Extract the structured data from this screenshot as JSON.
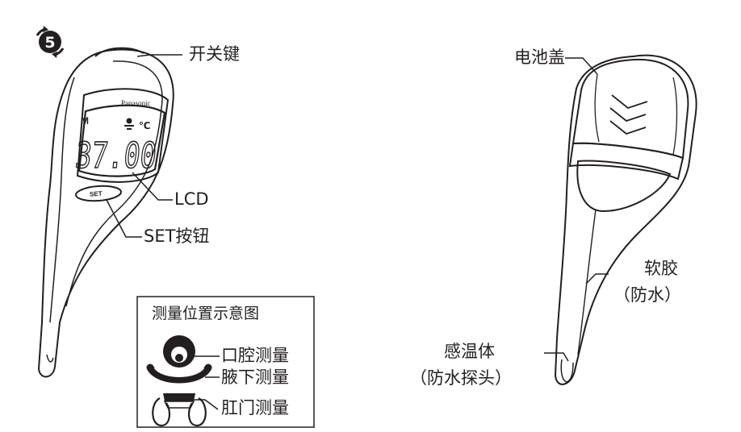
{
  "badge": {
    "number": "5"
  },
  "front": {
    "brand": "Panasonic",
    "mode_indicator": "M",
    "unit": "℃",
    "reading": "37.00",
    "set_button_text": "SET",
    "labels": {
      "power_key": "开关键",
      "lcd": "LCD",
      "set_button": "SET按钮"
    }
  },
  "positions_box": {
    "title": "测量位置示意图",
    "items": [
      {
        "label": "口腔测量"
      },
      {
        "label": "腋下测量"
      },
      {
        "label": "肛门测量"
      }
    ]
  },
  "back": {
    "labels": {
      "battery_cover": "电池盖",
      "soft_rubber": "软胶",
      "soft_rubber_note": "（防水）",
      "sensor": "感温体",
      "sensor_note": "（防水探头）"
    }
  },
  "colors": {
    "ink": "#231f20",
    "background": "#ffffff"
  }
}
